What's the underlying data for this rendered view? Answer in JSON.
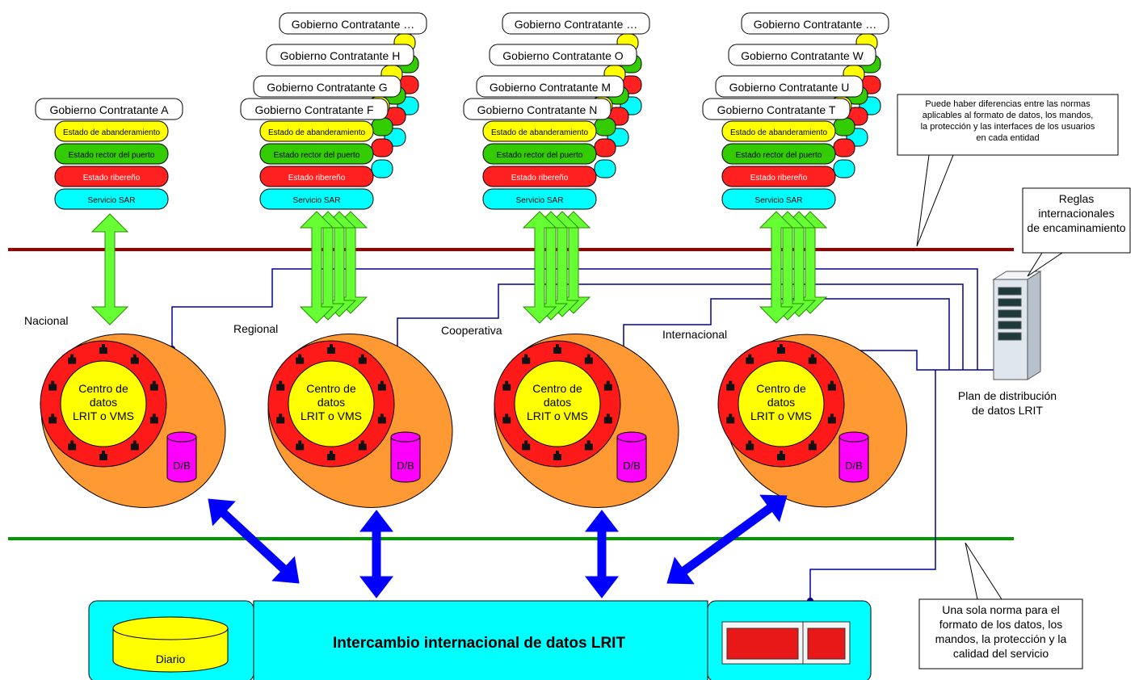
{
  "colors": {
    "flag": "#ffff00",
    "port": "#33cc00",
    "coastal": "#ff2020",
    "sar": "#00ffff",
    "ring": "#ff1a1a",
    "core": "#ffff00",
    "blob": "#ff9933",
    "db": "#ff00ff",
    "bidi_arrow": "#66ff33",
    "exchange_arrow": "#0000ff",
    "network_line": "#000099",
    "top_line": "#990000",
    "bottom_line": "#009900",
    "exchange_panel": "#00ffff"
  },
  "groups": [
    {
      "kind": "Nacional",
      "governments": [
        "Gobierno Contratante A"
      ],
      "roles": [
        "Estado de abanderamiento",
        "Estado rector del puerto",
        "Estado ribereño",
        "Servicio SAR"
      ],
      "centre": [
        "Centro de",
        "datos",
        "LRIT o VMS"
      ],
      "db": "D/B"
    },
    {
      "kind": "Regional",
      "governments": [
        "Gobierno Contratante …",
        "Gobierno Contratante H",
        "Gobierno Contratante G",
        "Gobierno Contratante F"
      ],
      "roles": [
        "Estado de abanderamiento",
        "Estado rector del puerto",
        "Estado ribereño",
        "Servicio SAR"
      ],
      "centre": [
        "Centro de",
        "datos",
        "LRIT o VMS"
      ],
      "db": "D/B"
    },
    {
      "kind": "Cooperativa",
      "governments": [
        "Gobierno Contratante …",
        "Gobierno Contratante O",
        "Gobierno Contratante M",
        "Gobierno Contratante N"
      ],
      "roles": [
        "Estado de abanderamiento",
        "Estado rector del puerto",
        "Estado ribereño",
        "Servicio SAR"
      ],
      "centre": [
        "Centro de",
        "datos",
        "LRIT o VMS"
      ],
      "db": "D/B"
    },
    {
      "kind": "Internacional",
      "governments": [
        "Gobierno Contratante …",
        "Gobierno Contratante W",
        "Gobierno Contratante U",
        "Gobierno Contratante T"
      ],
      "roles": [
        "Estado de abanderamiento",
        "Estado rector del puerto",
        "Estado ribereño",
        "Servicio SAR"
      ],
      "centre": [
        "Centro de",
        "datos",
        "LRIT o VMS"
      ],
      "db": "D/B"
    }
  ],
  "notes": {
    "top": [
      "Puede haber diferencias entre las normas",
      "aplicables al formato de datos, los mandos,",
      "la protección y las interfaces de los usuarios",
      "en cada entidad"
    ],
    "routing": [
      "Reglas",
      "internacionales",
      "de encaminamiento"
    ],
    "bottom": [
      "Una sola norma para el",
      "formato de los datos, los",
      "mandos, la protección y la",
      "calidad del servicio"
    ]
  },
  "server_caption": [
    "Plan de distribución",
    "de datos LRIT"
  ],
  "exchange": {
    "title": "Intercambio internacional de datos LRIT",
    "journal": "Diario"
  }
}
